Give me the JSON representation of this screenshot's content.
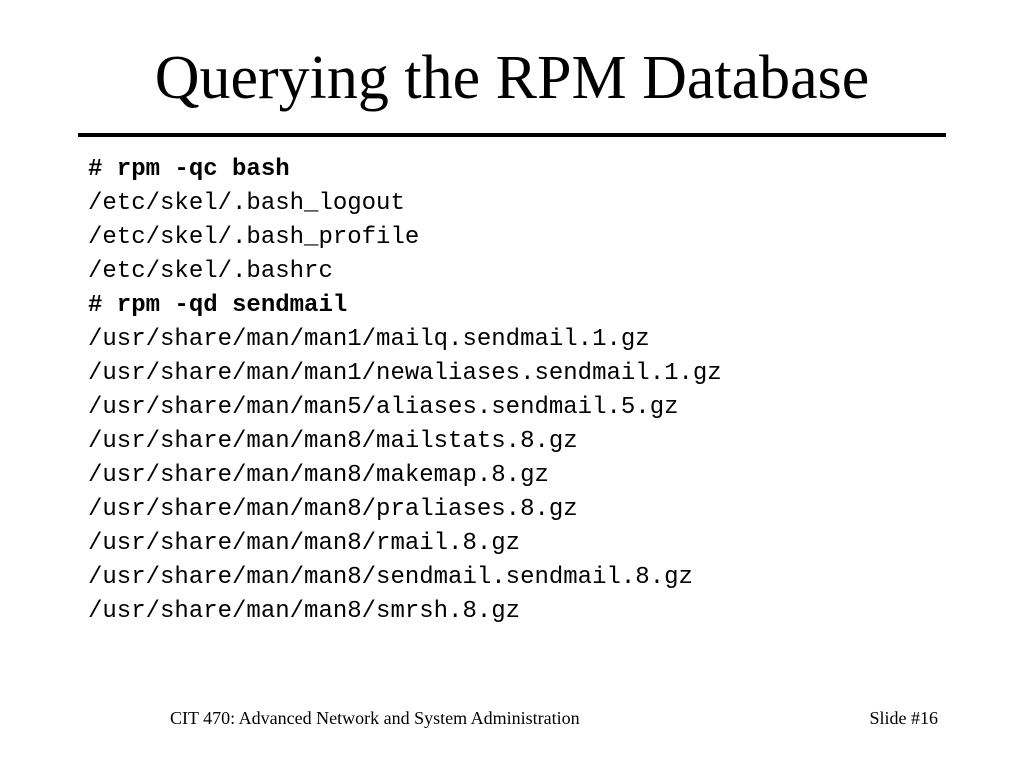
{
  "slide": {
    "title": "Querying the RPM Database",
    "lines": [
      {
        "text": "# rpm -qc bash",
        "type": "command"
      },
      {
        "text": "/etc/skel/.bash_logout",
        "type": "output"
      },
      {
        "text": "/etc/skel/.bash_profile",
        "type": "output"
      },
      {
        "text": "/etc/skel/.bashrc",
        "type": "output"
      },
      {
        "text": "# rpm -qd sendmail",
        "type": "command"
      },
      {
        "text": "/usr/share/man/man1/mailq.sendmail.1.gz",
        "type": "output"
      },
      {
        "text": "/usr/share/man/man1/newaliases.sendmail.1.gz",
        "type": "output"
      },
      {
        "text": "/usr/share/man/man5/aliases.sendmail.5.gz",
        "type": "output"
      },
      {
        "text": "/usr/share/man/man8/mailstats.8.gz",
        "type": "output"
      },
      {
        "text": "/usr/share/man/man8/makemap.8.gz",
        "type": "output"
      },
      {
        "text": "/usr/share/man/man8/praliases.8.gz",
        "type": "output"
      },
      {
        "text": "/usr/share/man/man8/rmail.8.gz",
        "type": "output"
      },
      {
        "text": "/usr/share/man/man8/sendmail.sendmail.8.gz",
        "type": "output"
      },
      {
        "text": "/usr/share/man/man8/smrsh.8.gz",
        "type": "output"
      }
    ]
  },
  "footer": {
    "course": "CIT 470: Advanced Network and System Administration",
    "slide_number": "Slide #16"
  }
}
